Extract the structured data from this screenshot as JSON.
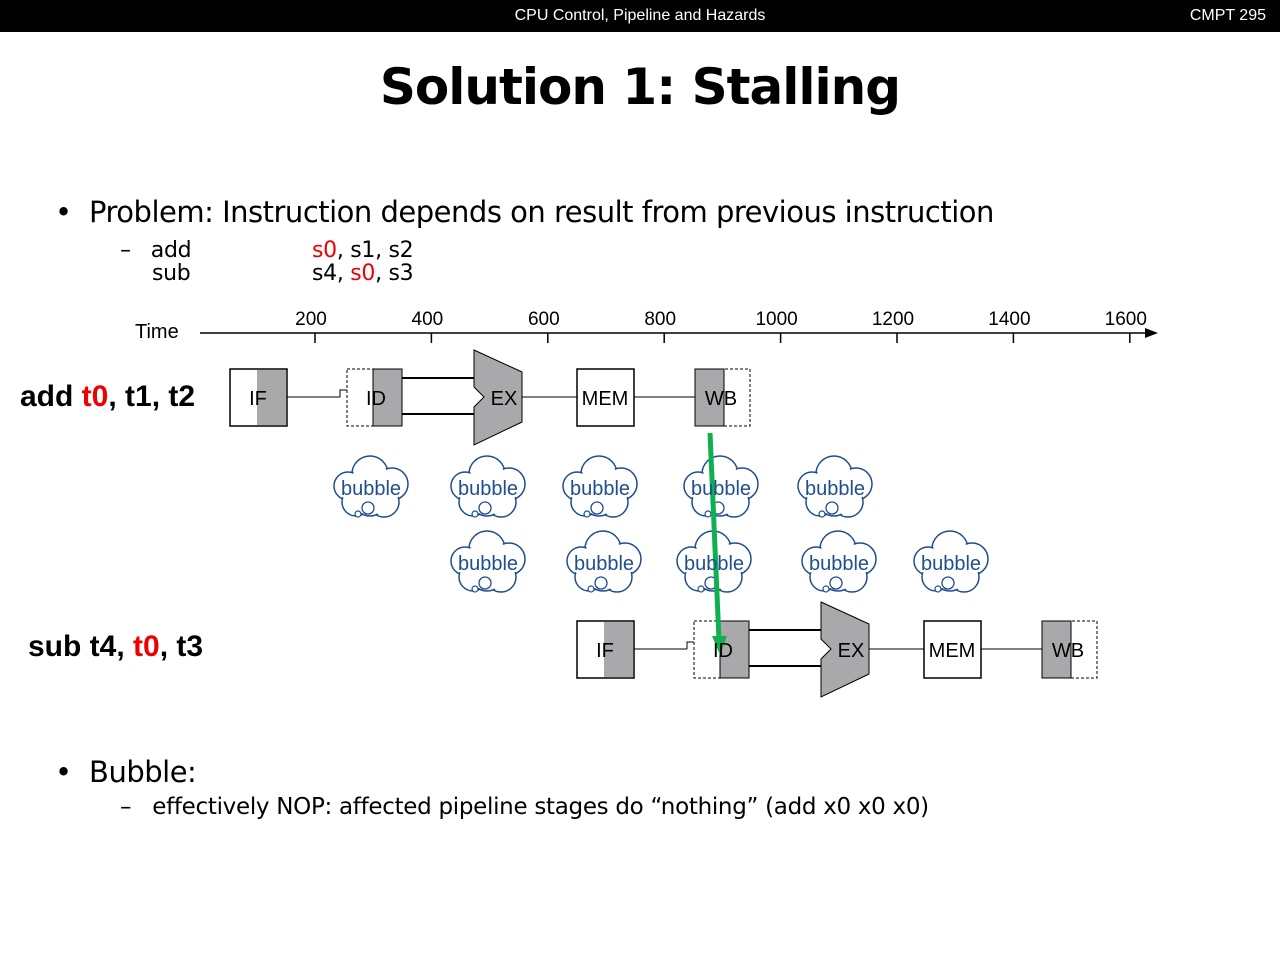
{
  "header": {
    "course_title": "CPU Control, Pipeline and Hazards",
    "course_code": "CMPT 295"
  },
  "title": "Solution 1: Stalling",
  "problem": {
    "bullet": "Problem: Instruction depends on result from previous instruction",
    "code": [
      {
        "op": "add",
        "dest": "s0",
        "rest": ", s1, s2",
        "pre": ""
      },
      {
        "op": "sub",
        "pre": "s4, ",
        "dest": "s0",
        "rest": ", s3"
      }
    ]
  },
  "diagram": {
    "time_label": "Time",
    "ticks": [
      "200",
      "400",
      "600",
      "800",
      "1000",
      "1200",
      "1400",
      "1600"
    ],
    "instr1": {
      "a": "add ",
      "reg": "t0",
      "b": ", t1, t2"
    },
    "instr2": {
      "a": "sub t4, ",
      "reg": "t0",
      "b": ", t3"
    },
    "stages": [
      "IF",
      "ID",
      "EX",
      "MEM",
      "WB"
    ],
    "bubble_label": "bubble",
    "colors": {
      "stage_gray": "#a9a9ab",
      "bubble_blue": "#1f4e8c",
      "arrow_green": "#10b050",
      "highlight_red": "#ee0000"
    }
  },
  "bubble": {
    "bullet": "Bubble:",
    "detail": "effectively NOP: affected pipeline stages do “nothing” (add x0 x0 x0)"
  }
}
